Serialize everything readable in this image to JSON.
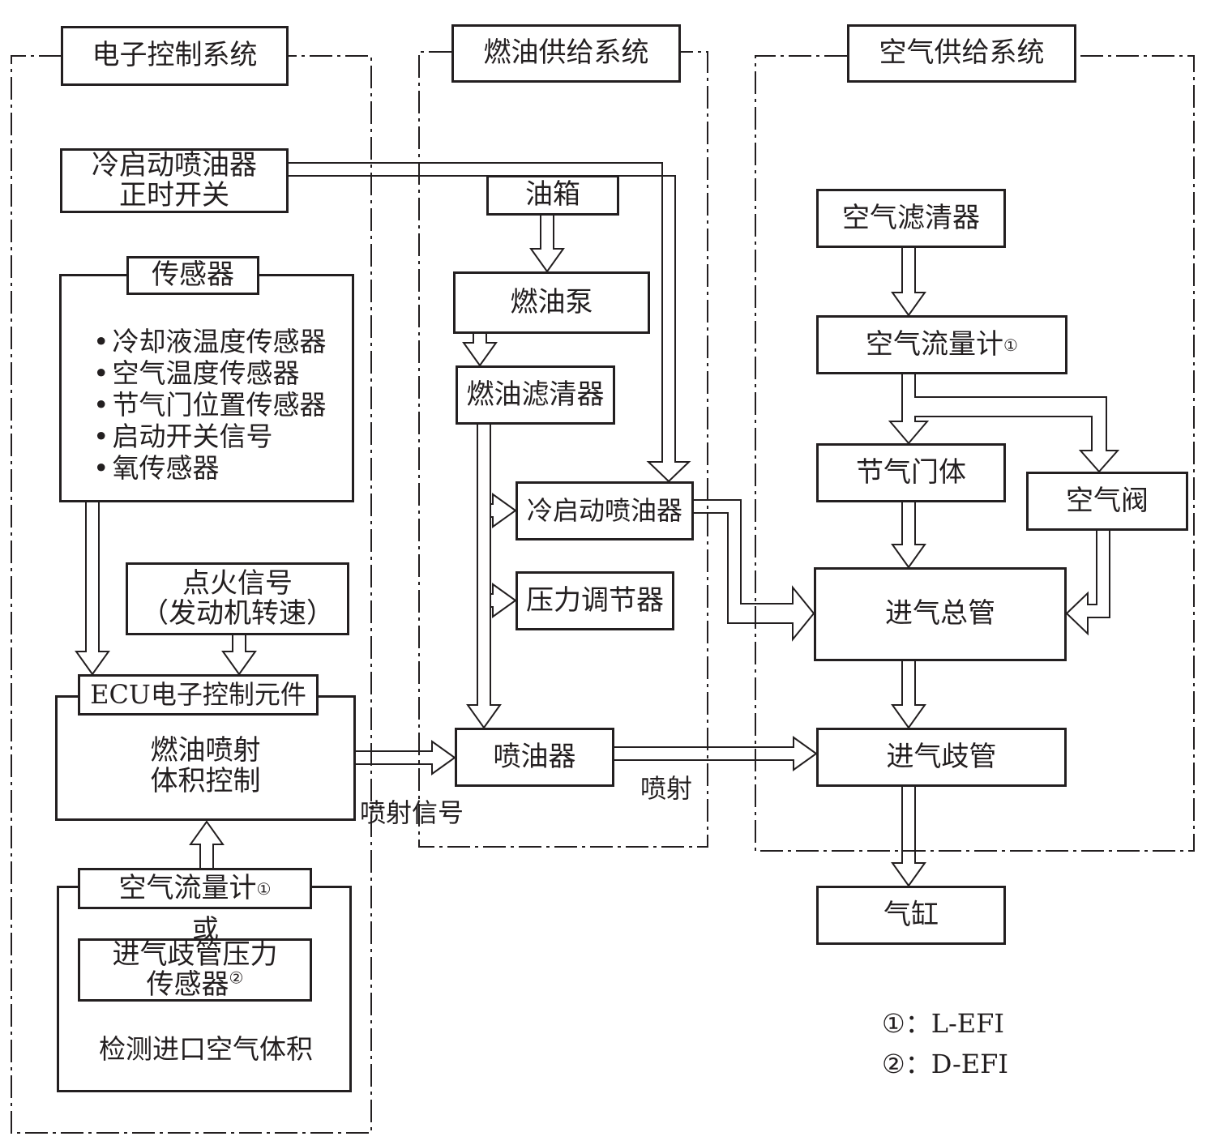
{
  "systems": {
    "electronic": "电子控制系统",
    "fuel": "燃油供给系统",
    "air": "空气供给系统"
  },
  "electronic": {
    "cold_start_switch": [
      "冷启动喷油器",
      "正时开关"
    ],
    "sensors_title": "传感器",
    "sensors": [
      "冷却液温度传感器",
      "空气温度传感器",
      "节气门位置传感器",
      "启动开关信号",
      "氧传感器"
    ],
    "ignition": [
      "点火信号",
      "（发动机转速）"
    ],
    "ecu_title": "ECU电子控制元件",
    "ecu_body": [
      "燃油喷射",
      "体积控制"
    ],
    "airflow_meter": "空气流量计",
    "or": "或",
    "map_sensor": [
      "进气歧管压力",
      "传感器"
    ],
    "detect_label": "检测进口空气体积",
    "signal_label": "喷射信号"
  },
  "fuel": {
    "tank": "油箱",
    "pump": "燃油泵",
    "filter": "燃油滤清器",
    "cold_injector": "冷启动喷油器",
    "regulator": "压力调节器",
    "injector": "喷油器",
    "inject_label": "喷射"
  },
  "air": {
    "cleaner": "空气滤清器",
    "flow_meter": "空气流量计",
    "throttle": "节气门体",
    "air_valve": "空气阀",
    "plenum": "进气总管",
    "manifold": "进气歧管",
    "cylinder": "气缸"
  },
  "marks": {
    "one": "①",
    "two": "②"
  },
  "legend": {
    "one_text": "①：L-EFI",
    "two_text": "②：D-EFI"
  }
}
